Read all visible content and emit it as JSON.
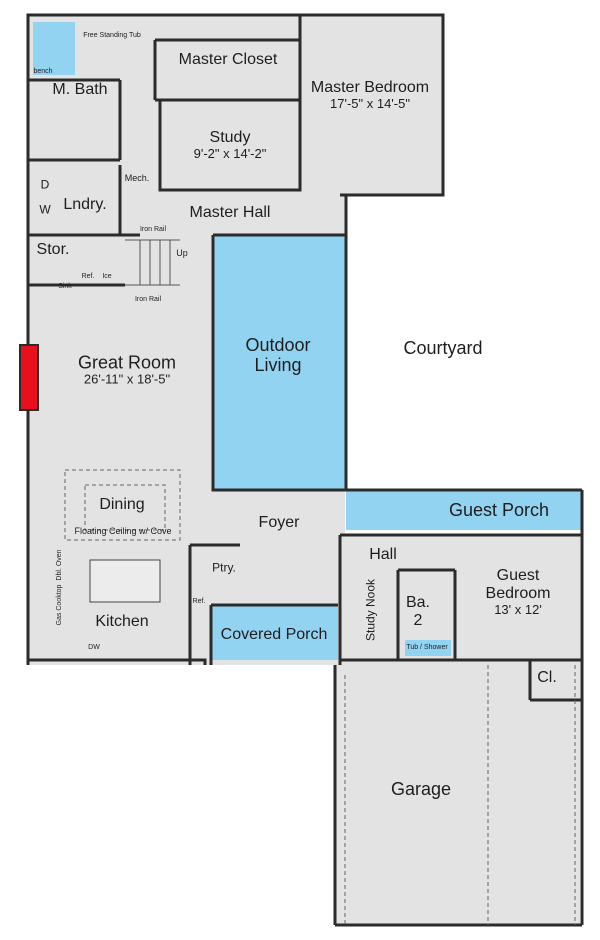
{
  "rooms": {
    "master_closet": "Master Closet",
    "master_bedroom": {
      "name": "Master Bedroom",
      "dims": "17'-5\" x 14'-5\""
    },
    "m_bath": "M. Bath",
    "study": {
      "name": "Study",
      "dims": "9'-2\" x 14'-2\""
    },
    "mech": "Mech.",
    "laundry": "Lndry.",
    "master_hall": "Master Hall",
    "storage": "Stor.",
    "great_room": {
      "name": "Great Room",
      "dims": "26'-11\" x 18'-5\""
    },
    "outdoor_living": "Outdoor Living",
    "courtyard": "Courtyard",
    "dining": "Dining",
    "foyer": "Foyer",
    "guest_porch": "Guest Porch",
    "hall": "Hall",
    "guest_bedroom": {
      "name": "Guest Bedroom",
      "dims": "13' x 12'"
    },
    "pantry": "Ptry.",
    "kitchen": "Kitchen",
    "covered_porch": "Covered Porch",
    "study_nook": "Study Nook",
    "bath_2": "Ba. 2",
    "closet": "Cl.",
    "garage": "Garage"
  },
  "fixtures": {
    "free_standing_tub": "Free Standing Tub",
    "bench": "bench",
    "dryer": "D",
    "washer": "W",
    "iron_rail_top": "Iron Rail",
    "iron_rail_bottom": "Iron Rail",
    "stair_up": "Up",
    "sink": "Sink",
    "ref_laundry": "Ref.",
    "ice": "Ice",
    "floating_ceiling": "Floating Ceiling w/ Cove",
    "dbl_oven": "Dbl. Oven",
    "gas_cooktop": "Gas Cooktop",
    "ref_kitchen": "Ref.",
    "dw": "DW",
    "tub_shower": "Tub / Shower"
  },
  "colors": {
    "floor": "#e3e3e3",
    "outdoor": "#93d3f2",
    "wall": "#2b2b2b",
    "fireplace": "#e8101a"
  }
}
